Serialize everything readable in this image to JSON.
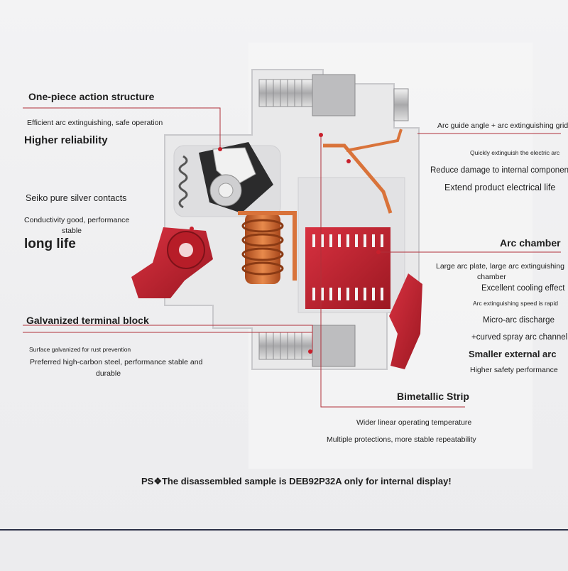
{
  "annotations": {
    "action_structure": {
      "title": "One-piece action structure",
      "line1": "Efficient arc extinguishing, safe operation",
      "line2": "Higher reliability"
    },
    "silver_contacts": {
      "title": "Seiko pure silver contacts",
      "line1": "Conductivity good, performance",
      "line1b": "stable",
      "line2": "long life"
    },
    "terminal_block": {
      "title": "Galvanized terminal block",
      "line1": "Surface galvanized for rust prevention",
      "line2": "Preferred high-carbon steel, performance stable and",
      "line2b": "durable"
    },
    "arc_guide": {
      "title": "Arc guide angle + arc extinguishing grid",
      "line1": "Quickly extinguish the electric arc",
      "line2": "Reduce damage to internal components",
      "line3": "Extend product electrical life"
    },
    "arc_chamber": {
      "title": "Arc chamber",
      "line1": "Large arc plate, large arc extinguishing",
      "line1b": "chamber",
      "line2": "Excellent cooling effect",
      "line3": "Arc extinguishing speed is rapid",
      "line4": "Micro-arc discharge",
      "line5": "+curved spray arc channel",
      "line6": "Smaller external arc",
      "line7": "Higher safety performance"
    },
    "bimetallic": {
      "title": "Bimetallic Strip",
      "line1": "Wider linear operating temperature",
      "line2": "Multiple protections, more stable repeatability"
    }
  },
  "footnote": "PS❖The disassembled sample is DEB92P32A only for internal display!",
  "colors": {
    "accent_red": "#c8202c",
    "leader_line": "#b0303a",
    "housing": "#e9e9ea",
    "rule": "#2c3147"
  },
  "icons": {
    "footnote_marker": "checkbox-glyph"
  }
}
